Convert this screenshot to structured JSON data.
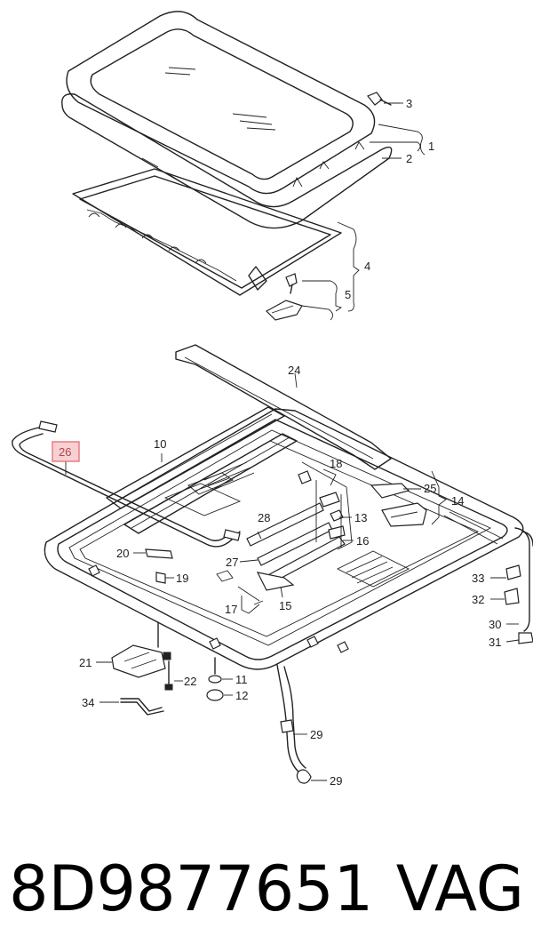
{
  "diagram": {
    "callouts": [
      {
        "id": "c1",
        "label": "1"
      },
      {
        "id": "c2",
        "label": "2"
      },
      {
        "id": "c3",
        "label": "3"
      },
      {
        "id": "c4",
        "label": "4"
      },
      {
        "id": "c5",
        "label": "5"
      },
      {
        "id": "c10",
        "label": "10"
      },
      {
        "id": "c11",
        "label": "11"
      },
      {
        "id": "c12",
        "label": "12"
      },
      {
        "id": "c13",
        "label": "13"
      },
      {
        "id": "c14",
        "label": "14"
      },
      {
        "id": "c15",
        "label": "15"
      },
      {
        "id": "c16",
        "label": "16"
      },
      {
        "id": "c17",
        "label": "17"
      },
      {
        "id": "c18",
        "label": "18"
      },
      {
        "id": "c19",
        "label": "19"
      },
      {
        "id": "c20",
        "label": "20"
      },
      {
        "id": "c21",
        "label": "21"
      },
      {
        "id": "c22",
        "label": "22"
      },
      {
        "id": "c24",
        "label": "24"
      },
      {
        "id": "c25",
        "label": "25"
      },
      {
        "id": "c26",
        "label": "26"
      },
      {
        "id": "c27",
        "label": "27"
      },
      {
        "id": "c28",
        "label": "28"
      },
      {
        "id": "c29a",
        "label": "29"
      },
      {
        "id": "c29b",
        "label": "29"
      },
      {
        "id": "c30",
        "label": "30"
      },
      {
        "id": "c31",
        "label": "31"
      },
      {
        "id": "c32",
        "label": "32"
      },
      {
        "id": "c33",
        "label": "33"
      },
      {
        "id": "c34",
        "label": "34"
      }
    ],
    "highlight_color": "#e8747a",
    "highlight_fill": "#f7d0d3"
  },
  "caption": {
    "part_number": "8D9877651",
    "brand": "VAG"
  }
}
